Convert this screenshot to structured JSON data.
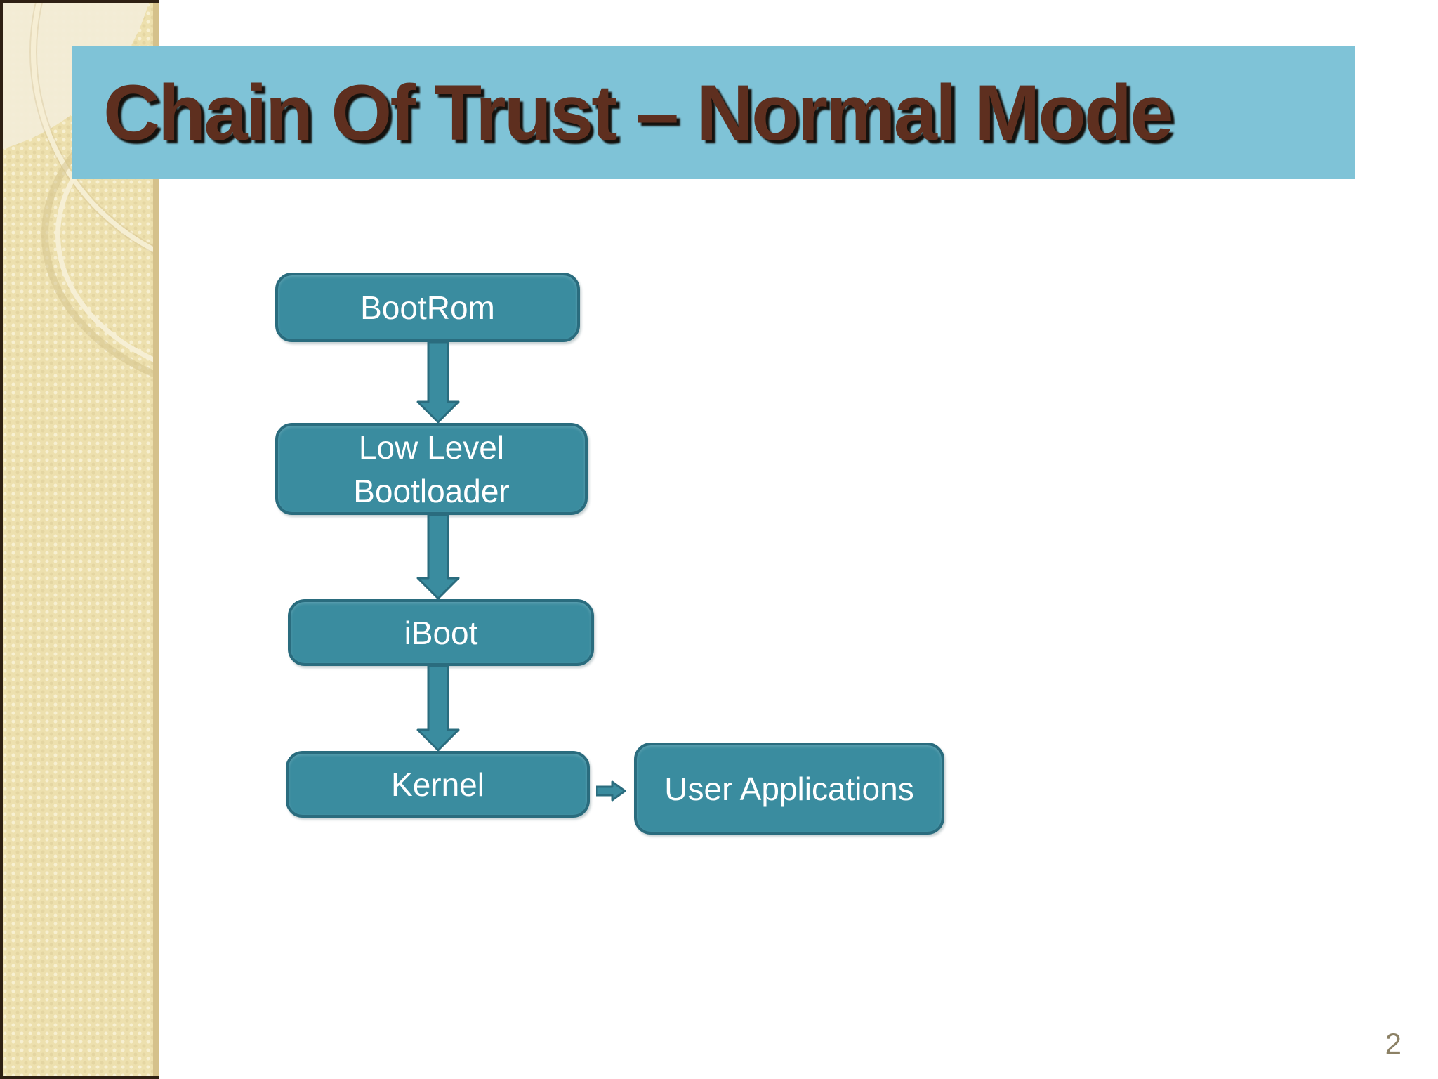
{
  "header": {
    "title": "Chain Of Trust – Normal Mode"
  },
  "slide": {
    "page_number": "2"
  },
  "diagram": {
    "type": "flowchart",
    "direction": "top-down",
    "nodes": [
      {
        "id": "bootrom",
        "label": "BootRom"
      },
      {
        "id": "llb",
        "label": "Low Level\nBootloader"
      },
      {
        "id": "iboot",
        "label": "iBoot"
      },
      {
        "id": "kernel",
        "label": "Kernel"
      },
      {
        "id": "user_apps",
        "label": "User Applications"
      }
    ],
    "edges": [
      {
        "from": "bootrom",
        "to": "llb",
        "direction": "down"
      },
      {
        "from": "llb",
        "to": "iboot",
        "direction": "down"
      },
      {
        "from": "iboot",
        "to": "kernel",
        "direction": "down"
      },
      {
        "from": "kernel",
        "to": "user_apps",
        "direction": "right"
      }
    ]
  },
  "colors": {
    "title_bar_bg": "#7FC3D7",
    "title_text": "#5E2F1F",
    "node_fill": "#3A8C9F",
    "node_border": "#2A6C7E",
    "node_text": "#FFFFFF",
    "sidebar_bg": "#EDE0AE",
    "sidebar_light": "#F3ECD6",
    "sidebar_ring": "#F6EED4",
    "page_number_color": "#8C8165",
    "canvas_bg": "#FFFFFF"
  }
}
